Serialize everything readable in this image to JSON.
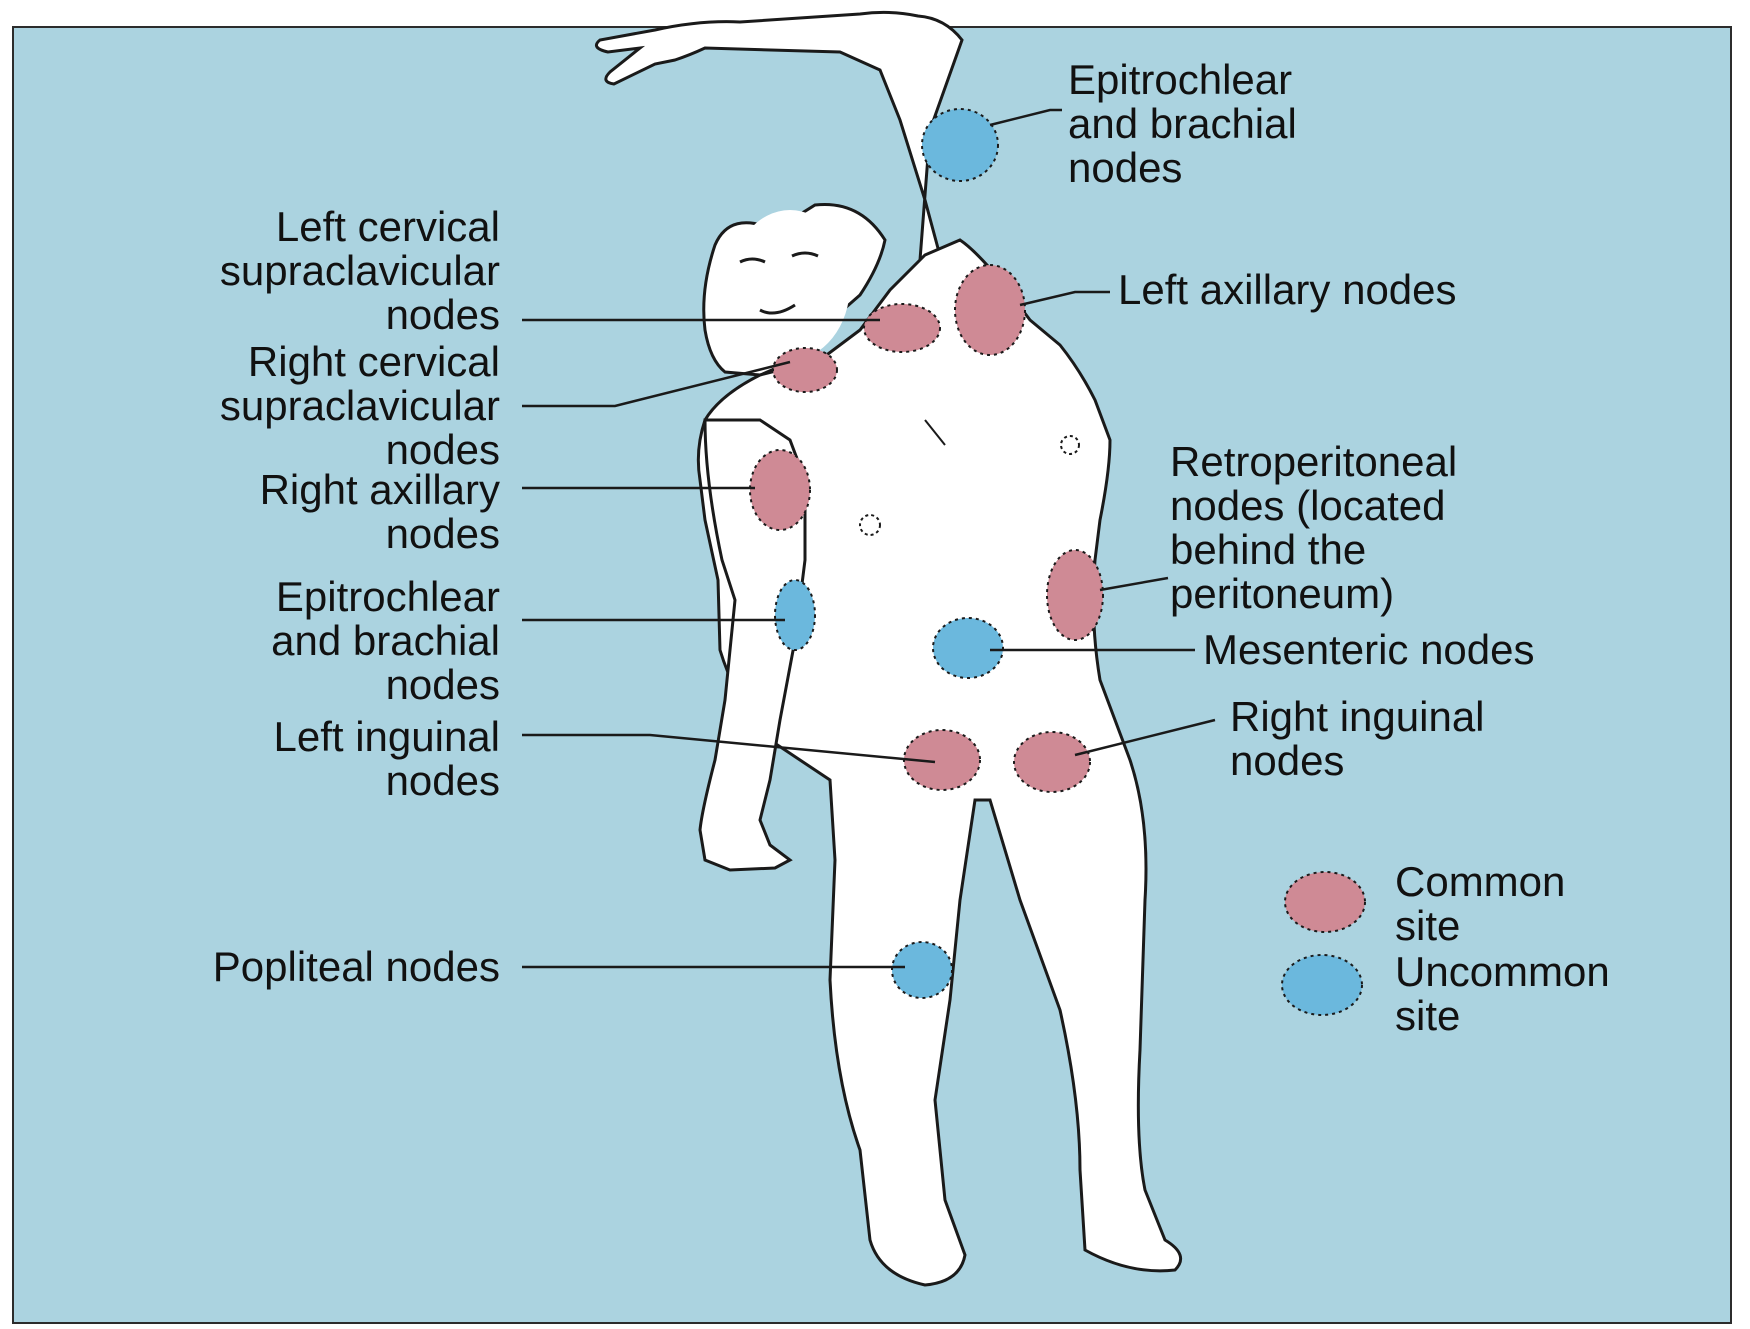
{
  "labels": {
    "epitrochlear_left_arm": "Epitrochlear\nand brachial\nnodes",
    "left_axillary": "Left axillary nodes",
    "left_cervical": "Left cervical\nsupraclavicular\nnodes",
    "right_cervical": "Right cervical\nsupraclavicular\nnodes",
    "right_axillary": "Right axillary\nnodes",
    "epitrochlear_right_arm": "Epitrochlear\nand brachial\nnodes",
    "retroperitoneal": "Retroperitoneal\nnodes (located\nbehind the\nperitoneum)",
    "mesenteric": "Mesenteric nodes",
    "left_inguinal": "Left inguinal\nnodes",
    "right_inguinal": "Right inguinal\nnodes",
    "popliteal": "Popliteal nodes"
  },
  "legend": {
    "common": "Common\nsite",
    "uncommon": "Uncommon\nsite"
  },
  "colors": {
    "background": "#abd3e0",
    "common_site": "#cf8a95",
    "uncommon_site": "#6bb8dd",
    "body": "#ffffff",
    "outline": "#1a1a1a"
  }
}
